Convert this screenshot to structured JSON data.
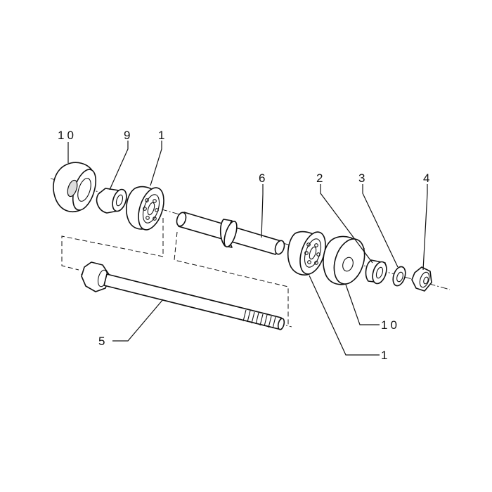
{
  "diagram": {
    "labels": {
      "spacer_left": "10",
      "bushing_left": "9",
      "bearing_left": "1",
      "shaft_sleeve": "6",
      "bushing_right": "2",
      "washer": "3",
      "nut_right": "4",
      "spacer_right": "10",
      "bearing_right": "1",
      "bolt": "5"
    },
    "colors": {
      "line": "#111111",
      "background": "#ffffff"
    }
  }
}
